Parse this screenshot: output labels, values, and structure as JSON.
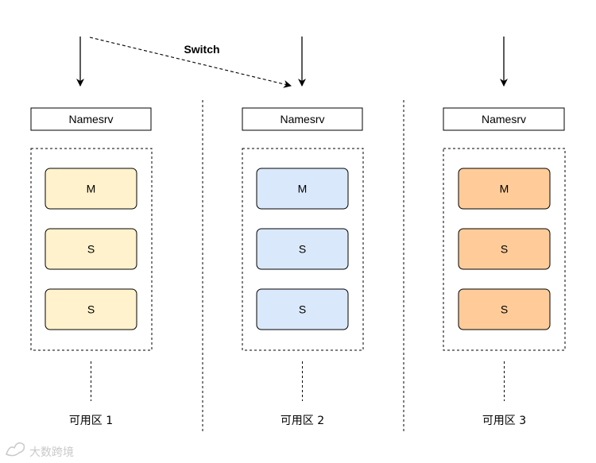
{
  "switch_label": "Switch",
  "zones": [
    {
      "namesrv": "Namesrv",
      "brokers": [
        "M",
        "S",
        "S"
      ],
      "fill": "#fff2cc",
      "label": "可用区 1"
    },
    {
      "namesrv": "Namesrv",
      "brokers": [
        "M",
        "S",
        "S"
      ],
      "fill": "#dae8fc",
      "label": "可用区 2"
    },
    {
      "namesrv": "Namesrv",
      "brokers": [
        "M",
        "S",
        "S"
      ],
      "fill": "#ffcc99",
      "label": "可用区 3"
    }
  ],
  "watermark": "大数跨境",
  "colors": {
    "stroke": "#000000",
    "background": "#ffffff"
  }
}
